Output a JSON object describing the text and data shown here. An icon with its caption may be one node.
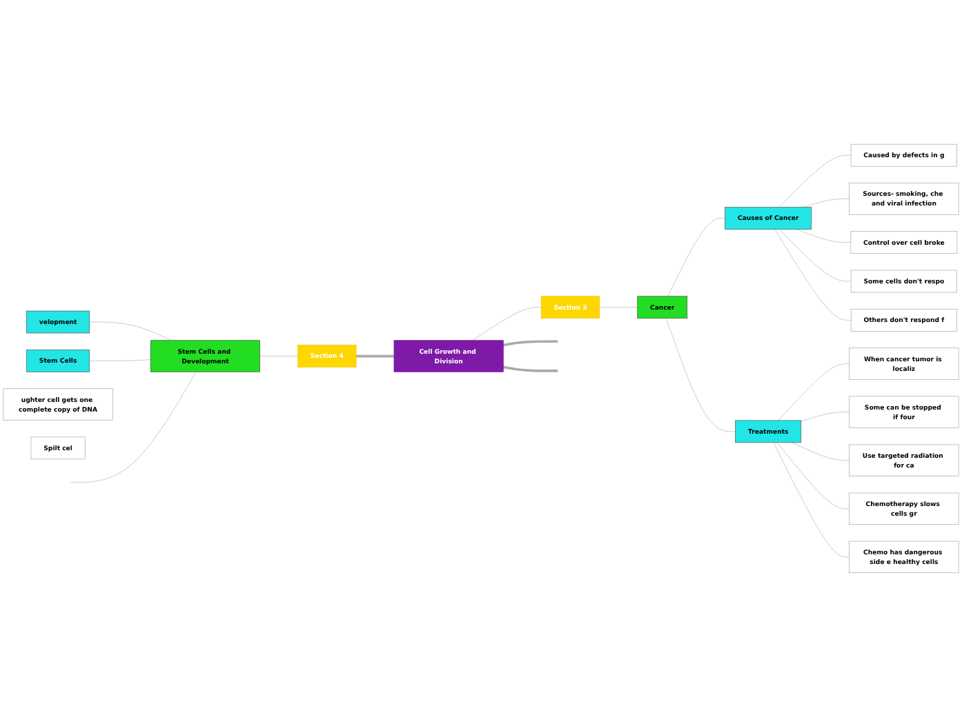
{
  "diagram": {
    "nodes": [
      {
        "text": [
          "Cell Growth and Division"
        ]
      },
      {
        "text": [
          "Section 3"
        ]
      },
      {
        "text": [
          "Cancer"
        ]
      },
      {
        "text": [
          "Causes of Cancer"
        ]
      },
      {
        "text": [
          "Caused by defects in g"
        ]
      },
      {
        "text": [
          "Sources- smoking, che and viral infection"
        ]
      },
      {
        "text": [
          "Control over cell broke"
        ]
      },
      {
        "text": [
          "Some cells don't respo"
        ]
      },
      {
        "text": [
          "Others don't respond f"
        ]
      },
      {
        "text": [
          "Treatments"
        ]
      },
      {
        "text": [
          "When cancer tumor is localiz"
        ]
      },
      {
        "text": [
          "Some can be stopped if four"
        ]
      },
      {
        "text": [
          "Use targeted radiation for ca"
        ]
      },
      {
        "text": [
          "Chemotherapy slows cells gr"
        ]
      },
      {
        "text": [
          "Chemo has dangerous side e healthy cells"
        ]
      },
      {
        "text": [
          "Section 4"
        ]
      },
      {
        "text": [
          "Stem Cells and Development"
        ]
      },
      {
        "text": [
          "velopment"
        ]
      },
      {
        "text": [
          "Stem Cells"
        ]
      },
      {
        "text": [
          "ughter cell gets one complete copy of DNA"
        ]
      },
      {
        "text": [
          "Spilt cel"
        ]
      }
    ],
    "edges": [
      {
        "from": 0,
        "to": null,
        "arrow": "none",
        "style": "thick"
      },
      {
        "from": 0,
        "to": null,
        "arrow": "none",
        "style": "thick"
      },
      {
        "from": 0,
        "to": 1,
        "arrow": "none"
      },
      {
        "from": 1,
        "to": 2,
        "arrow": "none"
      },
      {
        "from": 2,
        "to": 3,
        "arrow": "none"
      },
      {
        "from": 3,
        "to": 4,
        "arrow": "none"
      },
      {
        "from": 3,
        "to": 5,
        "arrow": "none"
      },
      {
        "from": 3,
        "to": 6,
        "arrow": "none"
      },
      {
        "from": 3,
        "to": 7,
        "arrow": "none"
      },
      {
        "from": 3,
        "to": 8,
        "arrow": "none"
      },
      {
        "from": 2,
        "to": 9,
        "arrow": "none"
      },
      {
        "from": 9,
        "to": 10,
        "arrow": "none"
      },
      {
        "from": 9,
        "to": 11,
        "arrow": "none"
      },
      {
        "from": 9,
        "to": 12,
        "arrow": "none"
      },
      {
        "from": 9,
        "to": 13,
        "arrow": "none"
      },
      {
        "from": 9,
        "to": 14,
        "arrow": "none"
      },
      {
        "from": 0,
        "to": 15,
        "arrow": "none",
        "style": "thick"
      },
      {
        "from": 15,
        "to": 16,
        "arrow": "none"
      },
      {
        "from": 16,
        "to": 17,
        "arrow": "none"
      },
      {
        "from": 16,
        "to": 18,
        "arrow": "none"
      },
      {
        "from": 16,
        "to": null,
        "arrow": "none"
      }
    ]
  }
}
